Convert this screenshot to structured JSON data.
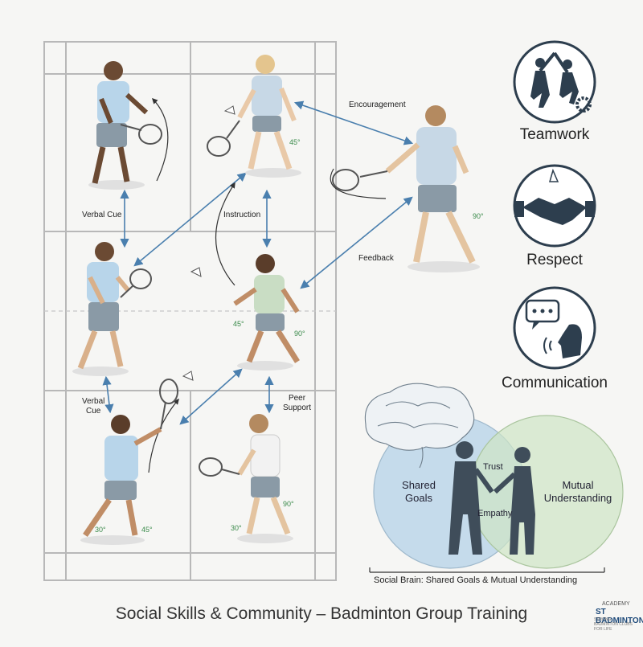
{
  "title": "Social Skills & Community – Badminton Group Training",
  "court_labels": {
    "encouragement": "Encouragement",
    "verbal_cue_top": "Verbal Cue",
    "instruction": "Instruction",
    "feedback": "Feedback",
    "verbal_cue_bottom": "Verbal\nCue",
    "peer_support": "Peer\nSupport"
  },
  "angles": {
    "a1": "45°",
    "a2": "90°",
    "a3": "45°",
    "a4": "90°",
    "a5": "30°",
    "a6": "45°",
    "a7": "30°",
    "a8": "90°"
  },
  "values": [
    {
      "name": "Teamwork",
      "icon": "teamwork-icon"
    },
    {
      "name": "Respect",
      "icon": "handshake-icon"
    },
    {
      "name": "Communication",
      "icon": "communication-icon"
    }
  ],
  "venn": {
    "left": "Shared\nGoals",
    "right": "Mutual\nUnderstanding",
    "top_overlap": "Trust",
    "bottom_overlap": "Empathy",
    "caption": "Social Brain: Shared Goals & Mutual Understanding"
  },
  "logo": {
    "line1": "ACADEMY",
    "line2": "ST BADMINTON",
    "line3": "STRONG BADMINTON CLUBS FOR LIFE"
  },
  "colors": {
    "accent": "#4a7fae",
    "green": "#3a8a4a",
    "venn_blue": "#b9d4e8",
    "venn_green": "#cfe6c4",
    "icon_dark": "#2d3e4e"
  }
}
